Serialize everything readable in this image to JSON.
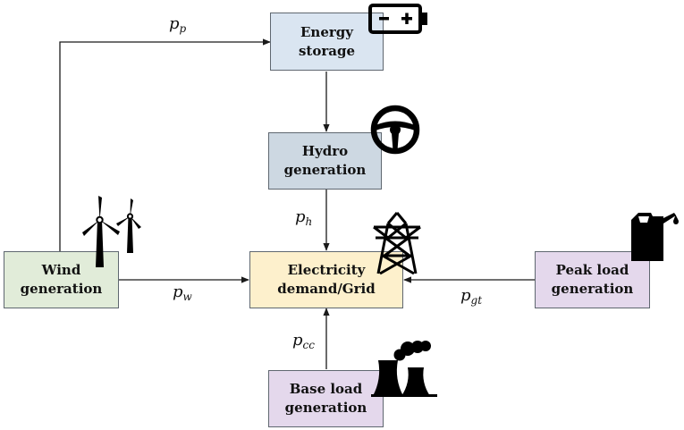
{
  "nodes": {
    "energy_storage": {
      "line1": "Energy",
      "line2": "storage",
      "fill": "#dae5f1"
    },
    "hydro": {
      "line1": "Hydro",
      "line2": "generation",
      "fill": "#cdd8e2"
    },
    "grid": {
      "line1": "Electricity",
      "line2": "demand/Grid",
      "fill": "#fdf0cc"
    },
    "wind": {
      "line1": "Wind",
      "line2": "generation",
      "fill": "#e1ecd9"
    },
    "peak": {
      "line1": "Peak load",
      "line2": "generation",
      "fill": "#e4d8ec"
    },
    "base": {
      "line1": "Base load",
      "line2": "generation",
      "fill": "#e4d8ec"
    }
  },
  "flows": {
    "p_p": {
      "var": "p",
      "sub": "p"
    },
    "p_h": {
      "var": "p",
      "sub": "h"
    },
    "p_w": {
      "var": "p",
      "sub": "w"
    },
    "p_gt": {
      "var": "p",
      "sub": "gt"
    },
    "p_cc": {
      "var": "p",
      "sub": "cc"
    }
  },
  "icons": [
    "battery-icon",
    "steering-wheel-icon",
    "wind-turbine-icon",
    "transmission-tower-icon",
    "fuel-canister-icon",
    "power-plant-icon"
  ],
  "colors": {
    "line": "#1a1a1a",
    "border": "#5f6770",
    "icon": "#000000"
  }
}
